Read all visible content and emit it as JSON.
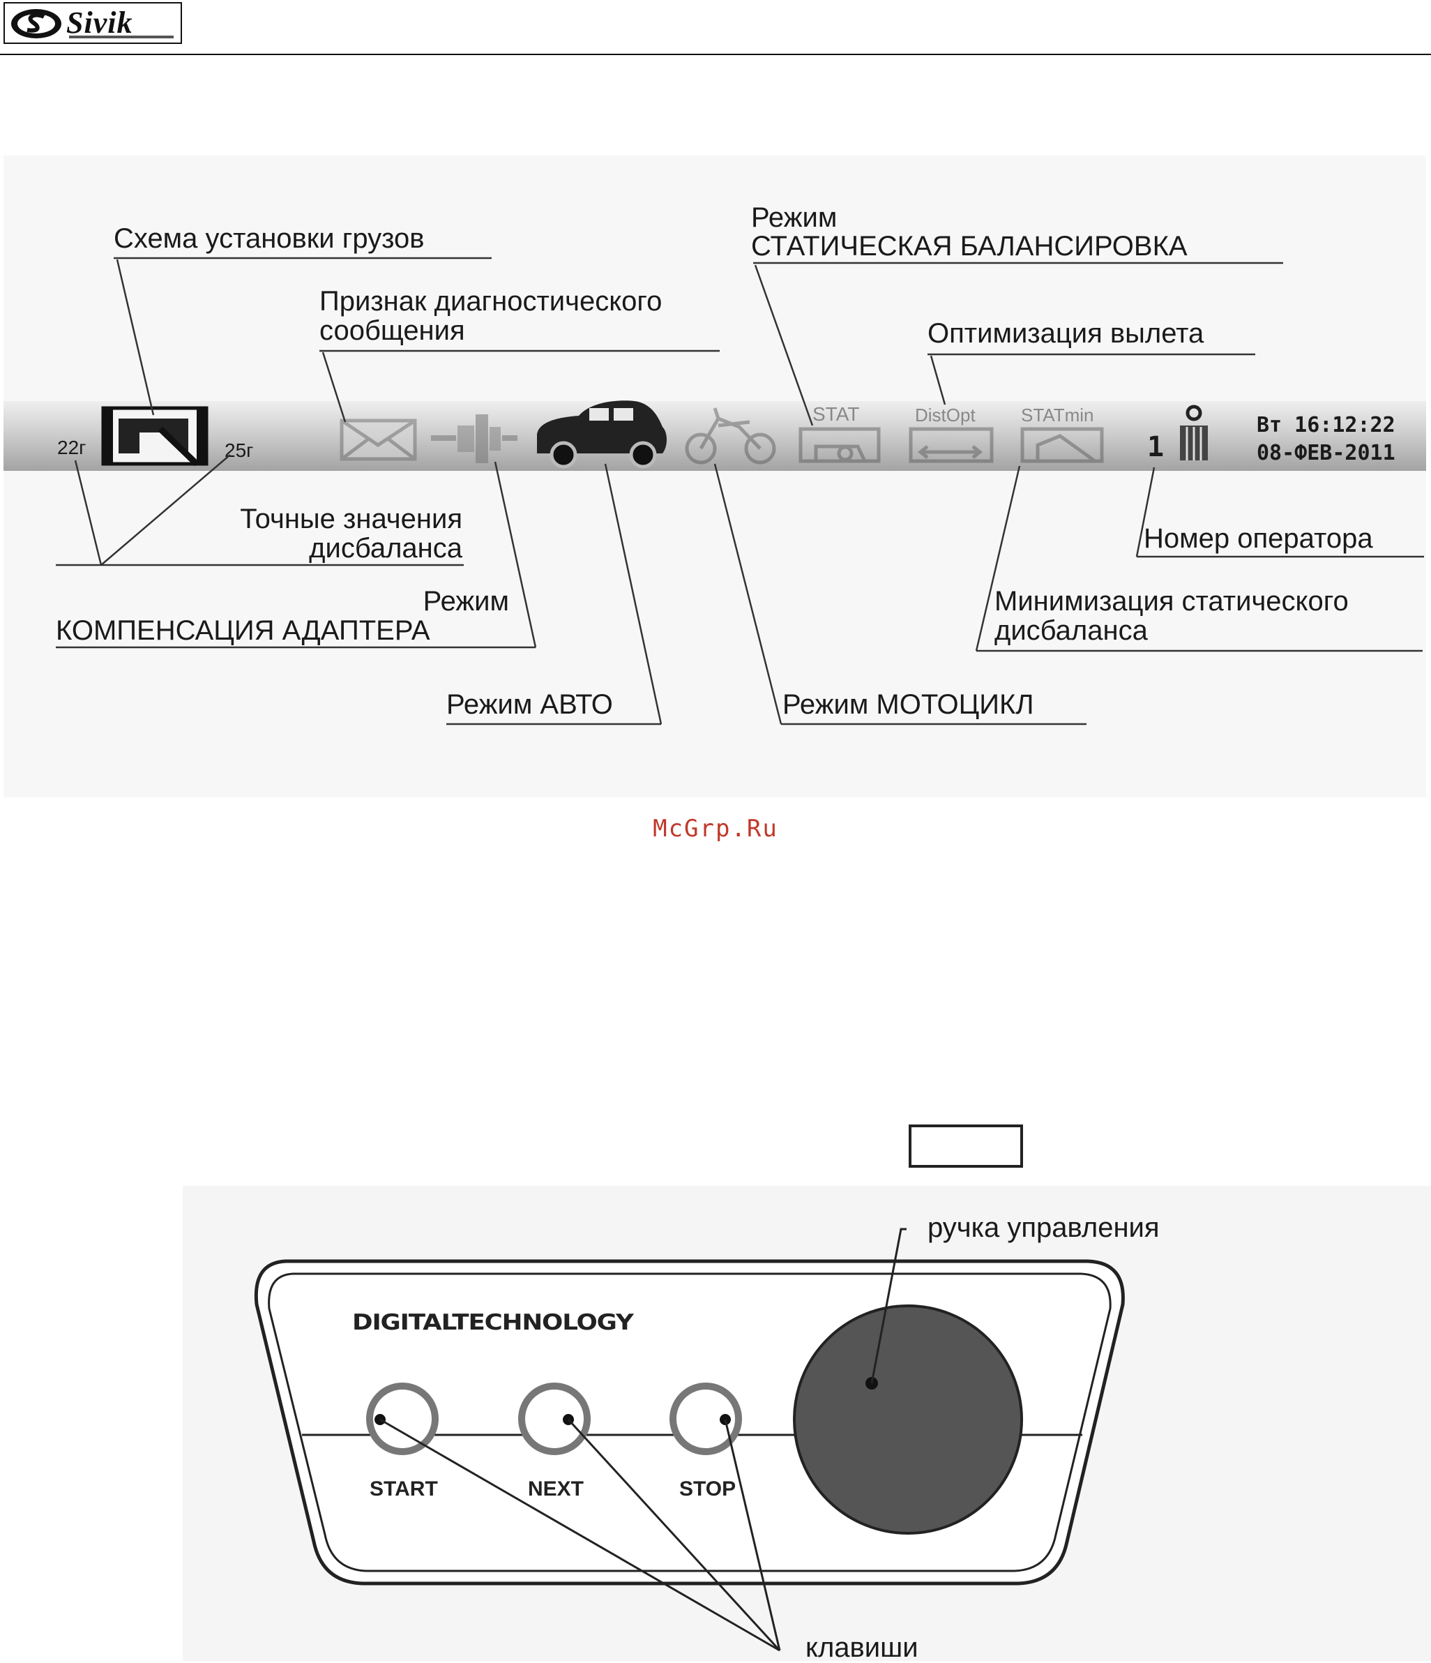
{
  "header": {
    "logo_text": "Sivik"
  },
  "status_bar": {
    "weight_left": "22г",
    "weight_right": "25г",
    "icon_stat": "STAT",
    "icon_distopt": "DistOpt",
    "icon_statmin": "STATmin",
    "operator_number": "1",
    "datetime_line1": "Вт 16:12:22",
    "datetime_line2": "08-ФЕВ-2011",
    "icons": [
      "weights-scheme-icon",
      "envelope-icon",
      "adapter-icon",
      "car-icon",
      "motorcycle-icon",
      "stat-icon",
      "distopt-icon",
      "statmin-icon",
      "operator-icon"
    ]
  },
  "callouts": {
    "weights_scheme": "Схема установки грузов",
    "diagnostic_line1": "Признак диагностического",
    "diagnostic_line2": "сообщения",
    "static_mode_line1": "Режим",
    "static_mode_line2": "СТАТИЧЕСКАЯ БАЛАНСИРОВКА",
    "offset_optimization": "Оптимизация вылета",
    "exact_values_line1": "Точные значения",
    "exact_values_line2": "дисбаланса",
    "adapter_line1": "Режим",
    "adapter_line2": "КОМПЕНСАЦИЯ АДАПТЕРА",
    "auto_mode": "Режим АВТО",
    "moto_mode": "Режим МОТОЦИКЛ",
    "operator_number": "Номер оператора",
    "min_static_line1": "Минимизация статического",
    "min_static_line2": "дисбаланса"
  },
  "watermark": "McGrp.Ru",
  "panel": {
    "brand": "DIGITALTECHNOLOGY",
    "knob_label": "ручка управления",
    "keys_label": "клавиши",
    "buttons": [
      "START",
      "NEXT",
      "STOP"
    ]
  }
}
